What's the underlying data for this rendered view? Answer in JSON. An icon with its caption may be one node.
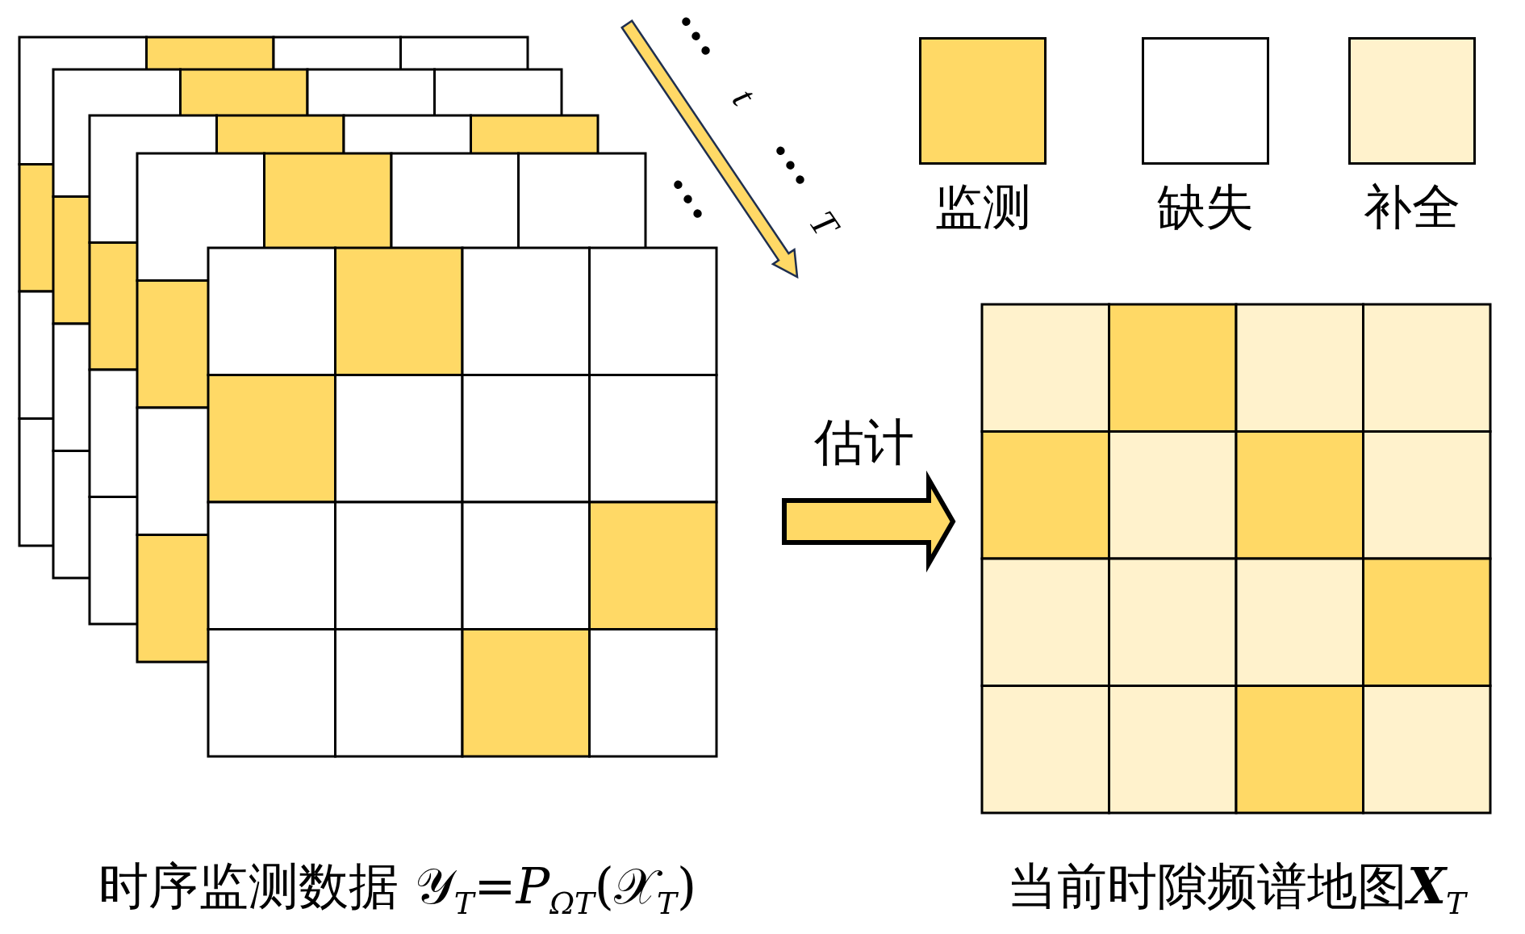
{
  "diagram": {
    "nodes": [
      {
        "text": [
          "时序监测数据 𝒴$_{T}$=*P*$_{Ω}$$_{T}$(𝒳$_{T}$)"
        ]
      },
      {
        "text": [
          "当前时隙频谱地图**X**$_{T}$"
        ]
      }
    ],
    "edges": [
      {
        "from": 0,
        "to": 1,
        "arrow": "to",
        "label": "估计"
      }
    ],
    "labels": [
      "…",
      "t",
      "…",
      "…",
      "T"
    ],
    "legend": [
      {
        "text": "监测",
        "color": "#ffd966"
      },
      {
        "text": "缺失",
        "color": "#ffffff"
      },
      {
        "text": "补全",
        "color": "#fff2cc"
      }
    ]
  }
}
